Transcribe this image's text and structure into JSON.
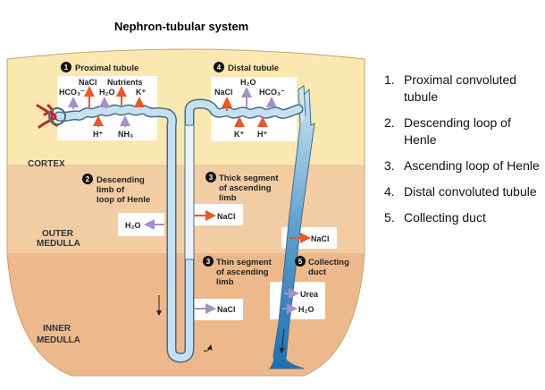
{
  "title": "Nephron-tubular system",
  "zones": {
    "cortex": "CORTEX",
    "outer_medulla_1": "OUTER",
    "outer_medulla_2": "MEDULLA",
    "inner_medulla_1": "INNER",
    "inner_medulla_2": "MEDULLA"
  },
  "sections": {
    "proximal": {
      "num": "1",
      "label": "Proximal tubule"
    },
    "distal": {
      "num": "4",
      "label": "Distal tubule"
    },
    "descending": {
      "num": "2",
      "l1": "Descending",
      "l2": "limb of",
      "l3": "loop of Henle"
    },
    "thick": {
      "num": "3",
      "l1": "Thick segment",
      "l2": "of ascending",
      "l3": "limb"
    },
    "thin": {
      "num": "3",
      "l1": "Thin segment",
      "l2": "of ascending",
      "l3": "limb"
    },
    "collecting": {
      "num": "5",
      "l1": "Collecting",
      "l2": "duct"
    }
  },
  "substances": {
    "proximal_out": [
      "HCO₃⁻",
      "NaCl",
      "H₂O",
      "Nutrients",
      "K⁺"
    ],
    "proximal_in": [
      "H⁺",
      "NH₃"
    ],
    "distal_out": [
      "NaCl",
      "H₂O",
      "HCO₃⁻"
    ],
    "distal_in": [
      "K⁺",
      "H⁺"
    ],
    "descending_water": "H₂O",
    "thick_nacl": "NaCl",
    "collecting_nacl": "NaCl",
    "thin_nacl": "NaCl",
    "urea": "Urea",
    "collecting_water": "H₂O"
  },
  "legend": [
    {
      "num": "1.",
      "text": "Proximal convoluted tubule"
    },
    {
      "num": "2.",
      "text": "Descending loop of Henle"
    },
    {
      "num": "3.",
      "text": "Ascending loop of Henle"
    },
    {
      "num": "4.",
      "text": "Distal convoluted tubule"
    },
    {
      "num": "5.",
      "text": "Collecting duct"
    }
  ],
  "colors": {
    "cortex": "#fbe8b0",
    "outer_medulla": "#f2cda4",
    "inner_medulla": "#edb98c",
    "tubule": "#a9cce3",
    "arrow_out": "#e8582a",
    "arrow_in": "#a78fc9",
    "glomerulus": "#c0282e"
  }
}
